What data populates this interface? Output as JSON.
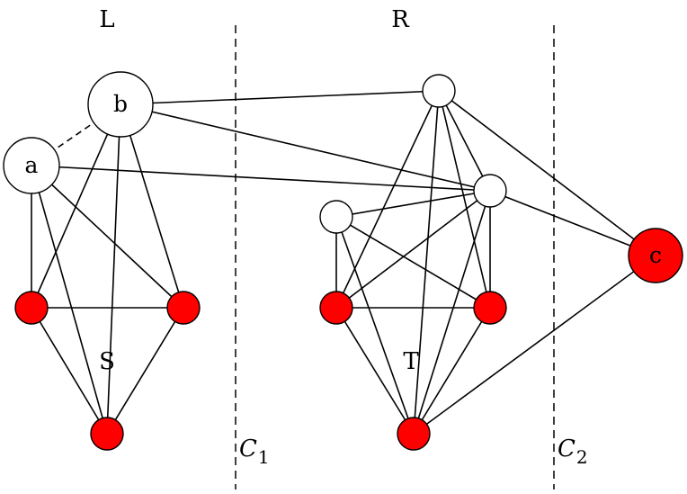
{
  "labels": {
    "L": "L",
    "R": "R",
    "S": "S",
    "T": "T",
    "C1_main": "C",
    "C1_sub": "1",
    "C2_main": "C",
    "C2_sub": "2"
  },
  "colors": {
    "red": "#ff0000",
    "white": "#ffffff"
  },
  "nodes": {
    "b": {
      "label": "b",
      "fill": "white"
    },
    "a": {
      "label": "a",
      "fill": "white"
    },
    "s1": {
      "label": "",
      "fill": "red"
    },
    "s2": {
      "label": "",
      "fill": "red"
    },
    "s3": {
      "label": "",
      "fill": "red"
    },
    "r1": {
      "label": "",
      "fill": "white"
    },
    "r2": {
      "label": "",
      "fill": "white"
    },
    "r3": {
      "label": "",
      "fill": "white"
    },
    "t1": {
      "label": "",
      "fill": "red"
    },
    "t2": {
      "label": "",
      "fill": "red"
    },
    "t3": {
      "label": "",
      "fill": "red"
    },
    "c": {
      "label": "c",
      "fill": "red"
    }
  },
  "edges": [
    [
      "a",
      "b",
      "dashed"
    ],
    [
      "b",
      "r1",
      "solid"
    ],
    [
      "b",
      "r2",
      "solid"
    ],
    [
      "a",
      "r2",
      "solid"
    ],
    [
      "a",
      "s1",
      "solid"
    ],
    [
      "a",
      "s2",
      "solid"
    ],
    [
      "a",
      "s3",
      "solid"
    ],
    [
      "b",
      "s1",
      "solid"
    ],
    [
      "b",
      "s2",
      "solid"
    ],
    [
      "b",
      "s3",
      "solid"
    ],
    [
      "s1",
      "s2",
      "solid"
    ],
    [
      "s1",
      "s3",
      "solid"
    ],
    [
      "s2",
      "s3",
      "solid"
    ],
    [
      "r1",
      "t1",
      "solid"
    ],
    [
      "r1",
      "t2",
      "solid"
    ],
    [
      "r1",
      "t3",
      "solid"
    ],
    [
      "r1",
      "r2",
      "solid"
    ],
    [
      "r1",
      "c",
      "solid"
    ],
    [
      "r2",
      "c",
      "solid"
    ],
    [
      "r2",
      "r3",
      "solid"
    ],
    [
      "r2",
      "t1",
      "solid"
    ],
    [
      "r2",
      "t2",
      "solid"
    ],
    [
      "r2",
      "t3",
      "solid"
    ],
    [
      "r3",
      "t1",
      "solid"
    ],
    [
      "r3",
      "t2",
      "solid"
    ],
    [
      "r3",
      "t3",
      "solid"
    ],
    [
      "t1",
      "t2",
      "solid"
    ],
    [
      "t1",
      "t3",
      "solid"
    ],
    [
      "t2",
      "t3",
      "solid"
    ],
    [
      "c",
      "t3",
      "solid"
    ]
  ]
}
